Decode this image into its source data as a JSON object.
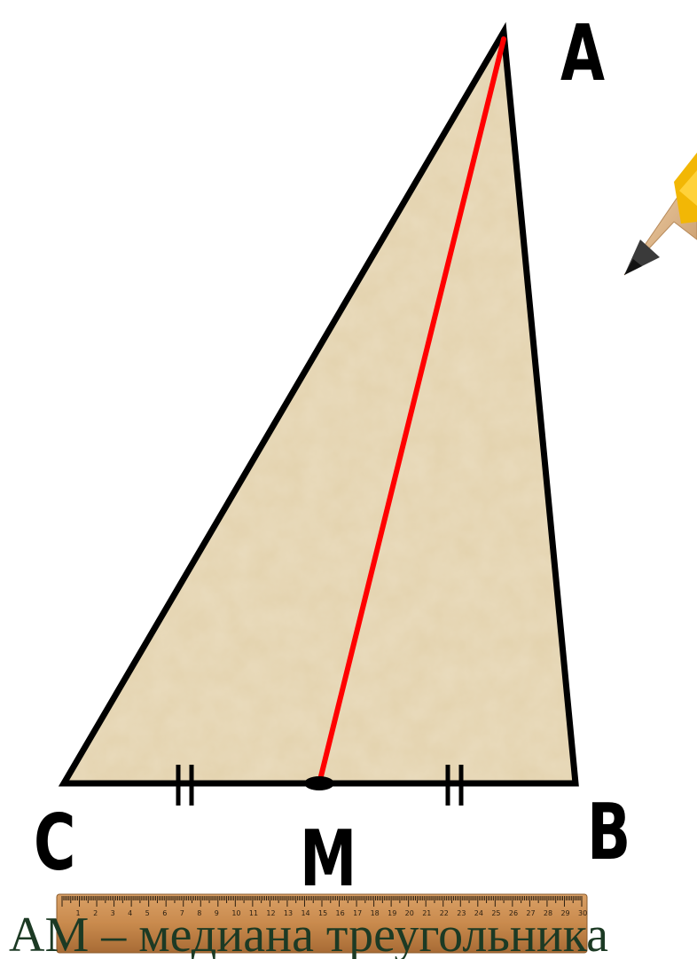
{
  "diagram": {
    "vertices": {
      "A": "A",
      "B": "B",
      "C": "C",
      "M": "M"
    },
    "caption": "AM – медиана треугольника",
    "ruler_numbers": [
      "1",
      "2",
      "3",
      "4",
      "5",
      "6",
      "7",
      "8",
      "9",
      "10",
      "11",
      "12",
      "13",
      "14",
      "15",
      "16",
      "17",
      "18",
      "19",
      "20",
      "21",
      "22",
      "23",
      "24",
      "25",
      "26",
      "27",
      "28",
      "29",
      "30"
    ],
    "colors": {
      "triangle_fill": "#e3d2ad",
      "triangle_stroke": "#000000",
      "median": "#ff0000",
      "caption": "#1c3a24",
      "ruler": "#c98a4d"
    },
    "icons": [
      "pencil-icon",
      "ruler-icon"
    ]
  }
}
